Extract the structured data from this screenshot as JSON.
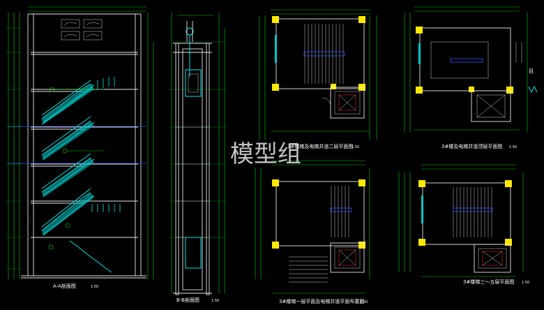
{
  "watermark": "模型组",
  "colors": {
    "background": "#000000",
    "dimension": "#00d000",
    "wall": "#e8e8e8",
    "railing": "#00e5e5",
    "section_line": "#2f55ff",
    "column": "#ffe800"
  },
  "drawings": {
    "section_aa": {
      "title": "A-A剖面图",
      "scale": "1:50"
    },
    "section_bb": {
      "title": "B-B剖面图",
      "scale": "1:50"
    },
    "plan_2f": {
      "title": "3#楼梯及电梯井道二层平面图",
      "scale": "1:50"
    },
    "plan_roof": {
      "title": "3#楼及电梯井道顶层平面图",
      "scale": "1:50"
    },
    "plan_1f": {
      "title": "3#楼梯一层平面及电梯井道平面布置图",
      "scale": "1:50"
    },
    "plan_3to5": {
      "title": "3#楼梯三～五层平面图",
      "scale": "1:50"
    }
  },
  "icons": [
    "door-swing-icon",
    "stair-arrow-icon",
    "elevator-car-icon",
    "section-marker-icon"
  ]
}
